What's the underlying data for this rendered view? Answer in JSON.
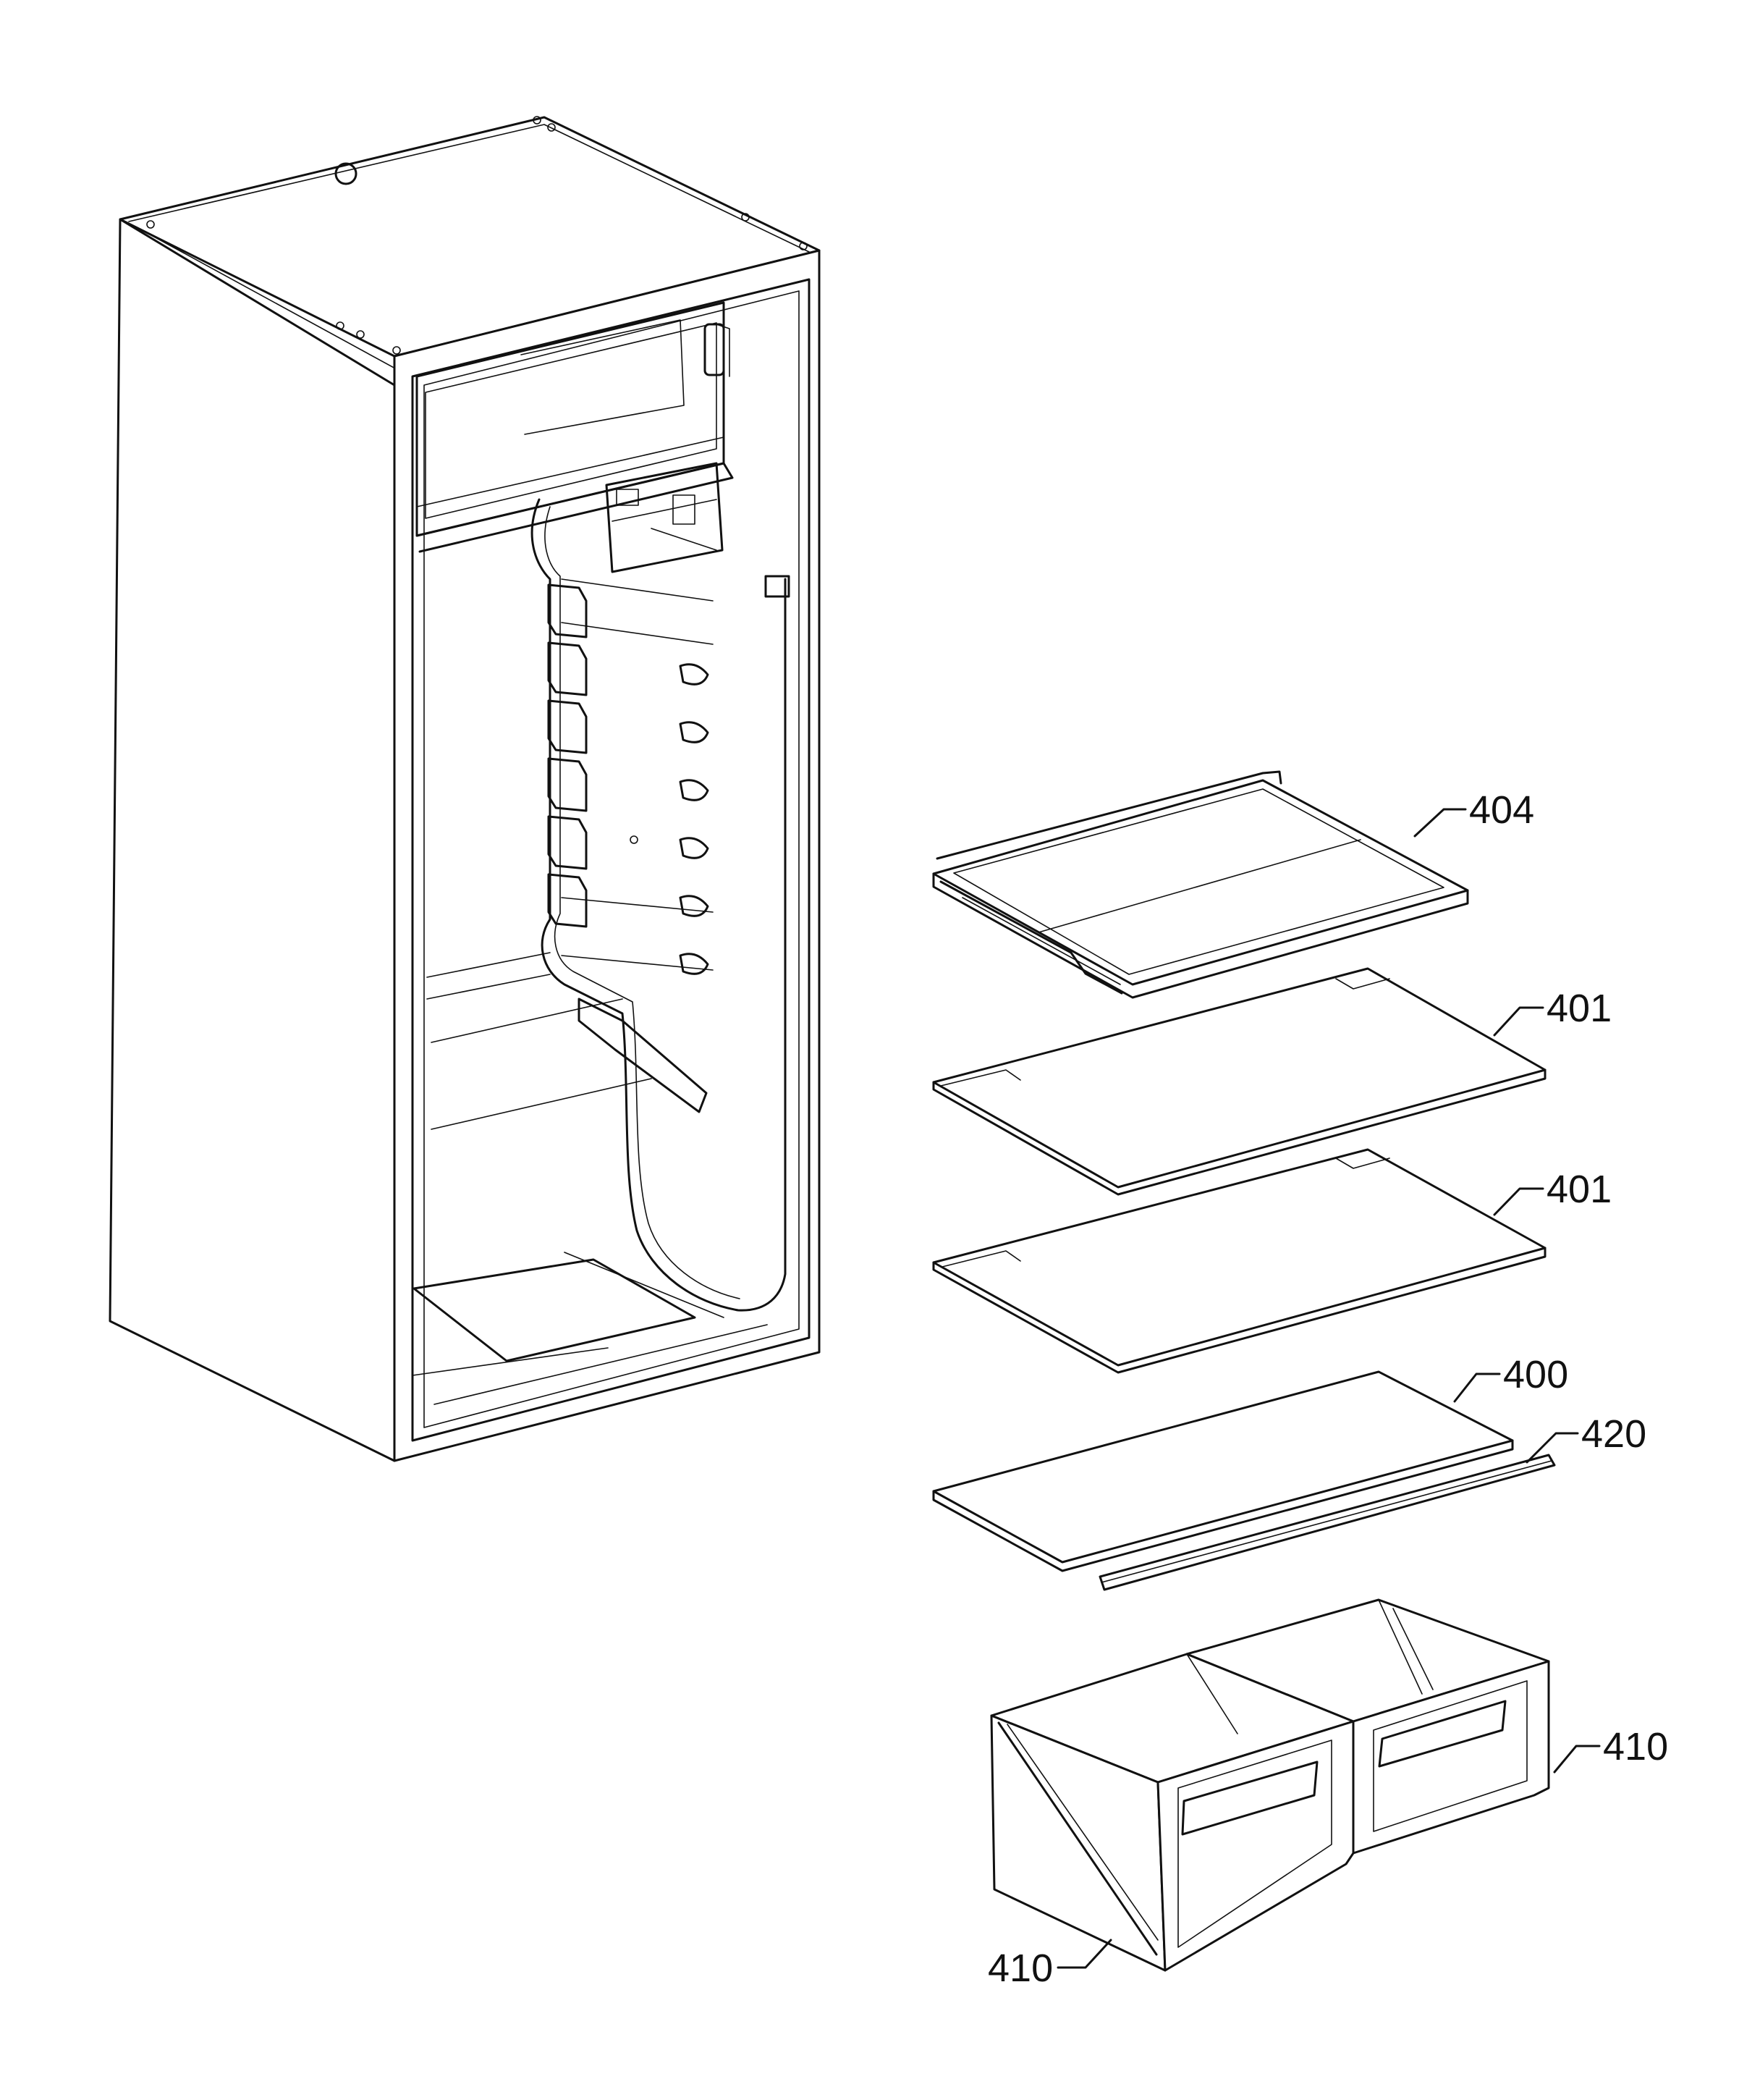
{
  "callouts": [
    {
      "id": "shelf-frame",
      "label": "404"
    },
    {
      "id": "glass-shelf-upper",
      "label": "401"
    },
    {
      "id": "glass-shelf-lower",
      "label": "401"
    },
    {
      "id": "crisper-cover",
      "label": "400"
    },
    {
      "id": "cover-trim",
      "label": "420"
    },
    {
      "id": "crisper-right",
      "label": "410"
    },
    {
      "id": "crisper-left",
      "label": "410"
    }
  ]
}
